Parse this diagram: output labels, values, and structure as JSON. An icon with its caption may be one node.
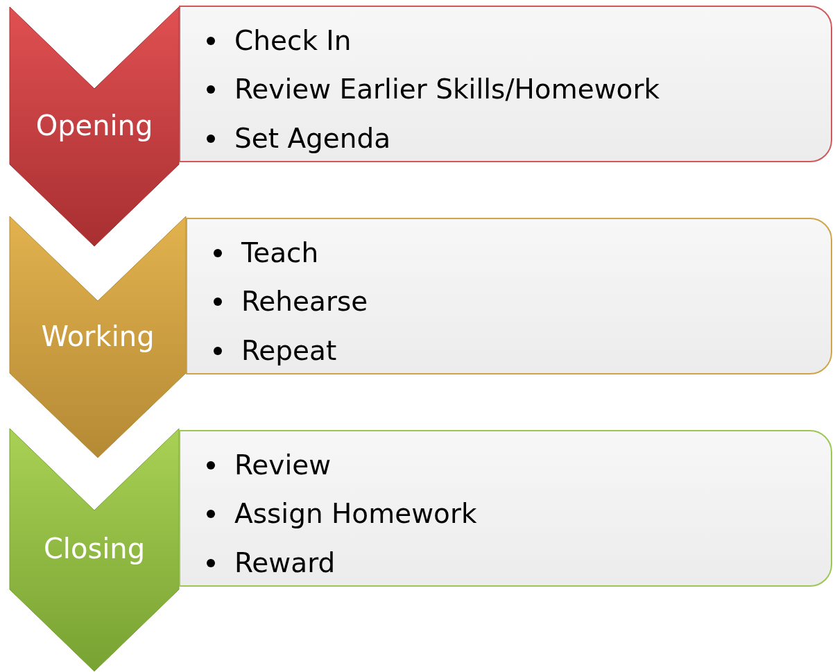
{
  "diagram": {
    "nodes": [
      {
        "text": [
          "Opening"
        ]
      },
      {
        "text": [
          "Check In",
          "Review Earlier Skills/Homework",
          "Set Agenda"
        ]
      },
      {
        "text": [
          "Working"
        ]
      },
      {
        "text": [
          "Teach",
          "Rehearse",
          "Repeat"
        ]
      },
      {
        "text": [
          "Closing"
        ]
      },
      {
        "text": [
          "Review",
          "Assign Homework",
          "Reward"
        ]
      }
    ]
  }
}
